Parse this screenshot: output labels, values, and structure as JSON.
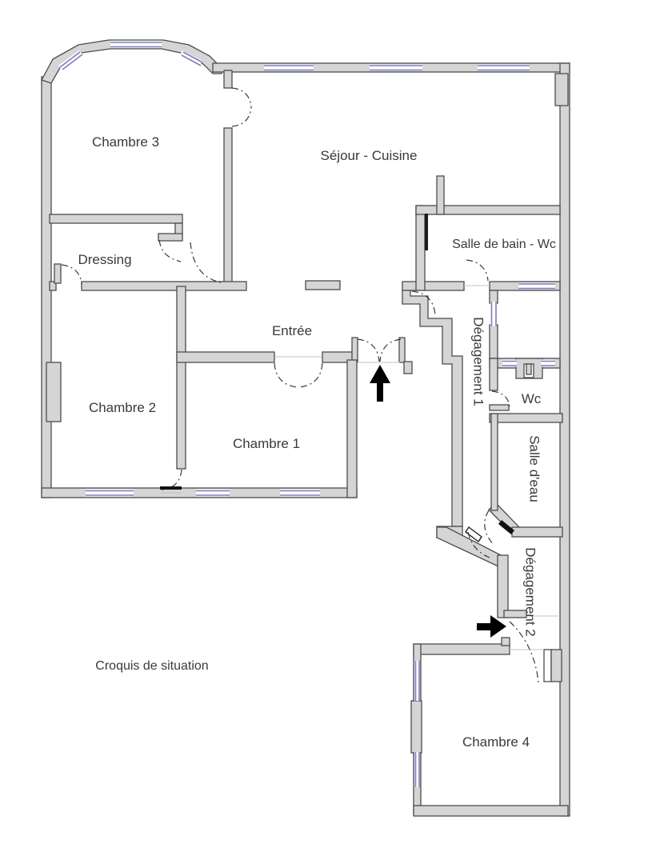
{
  "plan": {
    "caption": "Croquis de situation",
    "rooms": [
      {
        "id": "chambre3",
        "label": "Chambre 3"
      },
      {
        "id": "sejour",
        "label": "Séjour - Cuisine"
      },
      {
        "id": "sdb",
        "label": "Salle de bain - Wc"
      },
      {
        "id": "dressing",
        "label": "Dressing"
      },
      {
        "id": "entree",
        "label": "Entrée"
      },
      {
        "id": "chambre2",
        "label": "Chambre 2"
      },
      {
        "id": "chambre1",
        "label": "Chambre 1"
      },
      {
        "id": "degagement1",
        "label": "Dégagement 1"
      },
      {
        "id": "wc",
        "label": "Wc"
      },
      {
        "id": "salledeau",
        "label": "Salle d'eau"
      },
      {
        "id": "degagement2",
        "label": "Dégagement 2"
      },
      {
        "id": "chambre4",
        "label": "Chambre 4"
      }
    ],
    "icons": [
      {
        "name": "main-entrance-arrow",
        "direction": "up"
      },
      {
        "name": "secondary-entrance-arrow",
        "direction": "right"
      }
    ],
    "colors": {
      "background": "#ffffff",
      "wall_fill": "#d5d5d5",
      "wall_stroke": "#4c4c4c",
      "window_blue": "#7d7dc1",
      "door_dash": "#3a3a3a",
      "arrow_black": "#000000",
      "label_text": "#3a3a3a"
    }
  }
}
